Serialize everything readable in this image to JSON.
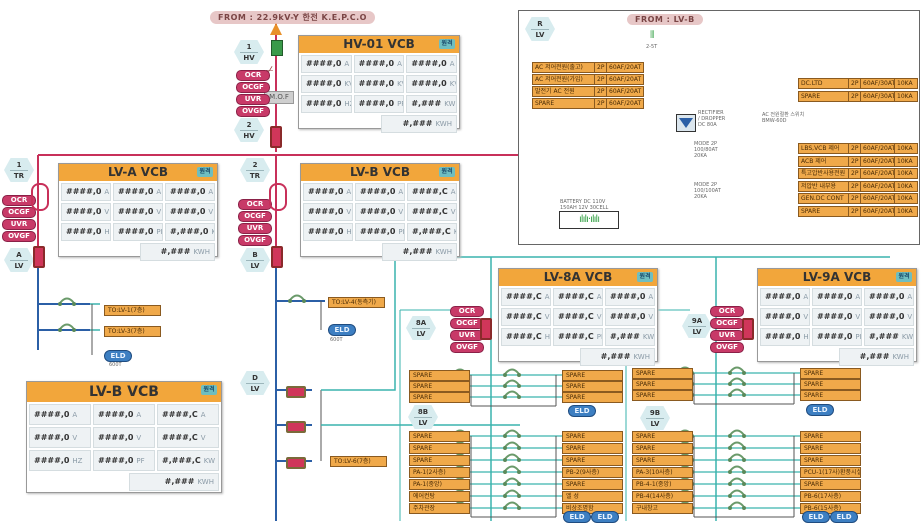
{
  "top_source": "FROM : 22.9kV-Y 한전 K.E.P.C.O",
  "hv_vcb": {
    "title": "HV-01  VCB",
    "badge": "원격",
    "rows": [
      [
        "####,0",
        "A",
        "####,0",
        "A",
        "####,0",
        "A"
      ],
      [
        "####,0",
        "KV",
        "####,0",
        "KV",
        "####,0",
        "KV"
      ],
      [
        "####,0",
        "HZ",
        "####,0",
        "PF",
        "#,###",
        "KW"
      ]
    ],
    "kwh": "#,###",
    "kwh_unit": "KWH"
  },
  "hex_labels": {
    "hv1": [
      "1",
      "HV"
    ],
    "hv2": [
      "2",
      "HV"
    ],
    "tr1": [
      "1",
      "TR"
    ],
    "tr2": [
      "2",
      "TR"
    ],
    "lvA": [
      "A",
      "LV"
    ],
    "lvB": [
      "B",
      "LV"
    ],
    "lvD": [
      "D",
      "LV"
    ],
    "lv8A": [
      "8A",
      "LV"
    ],
    "lv9A": [
      "9A",
      "LV"
    ],
    "lv8B": [
      "8B",
      "LV"
    ],
    "lv9B": [
      "9B",
      "LV"
    ],
    "lvR": [
      "R",
      "LV"
    ]
  },
  "protections": [
    "OCR",
    "OCGF",
    "UVR",
    "OVGF"
  ],
  "mof_label": "M.O.F",
  "lv_a_vcb": {
    "title": "LV-A  VCB",
    "badge": "원격",
    "rows": [
      [
        "####,0",
        "A",
        "####,0",
        "A",
        "####,0",
        "A"
      ],
      [
        "####,0",
        "V",
        "####,0",
        "V",
        "####,0",
        "V"
      ],
      [
        "####,0",
        "HZ",
        "####,0",
        "PF",
        "#,###,0",
        "KW"
      ]
    ],
    "kwh": "#,###",
    "kwh_unit": "KWH"
  },
  "lv_b_vcb_top": {
    "title": "LV-B  VCB",
    "badge": "원격",
    "rows": [
      [
        "####,0",
        "A",
        "####,0",
        "A",
        "####,C",
        "A"
      ],
      [
        "####,0",
        "V",
        "####,0",
        "V",
        "####,C",
        "V"
      ],
      [
        "####,0",
        "HZ",
        "####,0",
        "PF",
        "#,###,C",
        "KW"
      ]
    ],
    "kwh": "#,###",
    "kwh_unit": "KWH"
  },
  "lv_b_vcb_bottom": {
    "title": "LV-B  VCB",
    "badge": "원격",
    "rows": [
      [
        "####,0",
        "A",
        "####,0",
        "A",
        "####,C",
        "A"
      ],
      [
        "####,0",
        "V",
        "####,0",
        "V",
        "####,C",
        "V"
      ],
      [
        "####,0",
        "HZ",
        "####,0",
        "PF",
        "#,###,C",
        "KW"
      ]
    ],
    "kwh": "#,###",
    "kwh_unit": "KWH"
  },
  "lv_8a_vcb": {
    "title": "LV-8A  VCB",
    "badge": "원격",
    "rows": [
      [
        "####,C",
        "A",
        "####,C",
        "A",
        "####,0",
        "A"
      ],
      [
        "####,C",
        "V",
        "####,C",
        "V",
        "####,0",
        "V"
      ],
      [
        "####,C",
        "HZ",
        "####,C",
        "PF",
        "#,###",
        "KW"
      ]
    ],
    "kwh": "#,###",
    "kwh_unit": "KWH"
  },
  "lv_9a_vcb": {
    "title": "LV-9A  VCB",
    "badge": "원격",
    "rows": [
      [
        "####,0",
        "A",
        "####,0",
        "A",
        "####,0",
        "A"
      ],
      [
        "####,0",
        "V",
        "####,0",
        "V",
        "####,0",
        "V"
      ],
      [
        "####,0",
        "HZ",
        "####,0",
        "PF",
        "#,###",
        "KW"
      ]
    ],
    "kwh": "#,###",
    "kwh_unit": "KWH"
  },
  "lv_a_feeders": [
    "TO:LV-1(7층)",
    "TO:LV-3(7층)"
  ],
  "lv_a_eld": {
    "label": "ELD",
    "rating": "600T"
  },
  "lv_b_feeder": "TO:LV-4(동측기)",
  "lv_b_eld": {
    "label": "ELD",
    "rating": "600T"
  },
  "lv_d_feeder": "TO:LV-6(7층)",
  "r_panel": {
    "source": "FROM : LV-B",
    "ct_label": "2-5T",
    "left_feeders": [
      [
        "AC 저어전원(출고)",
        "2P",
        "60AF/20AT"
      ],
      [
        "AC 저어전원(가입)",
        "2P",
        "60AF/20AT"
      ],
      [
        "발전기 AC 전원",
        "2P",
        "60AF/20AT"
      ],
      [
        "SPARE",
        "2P",
        "60AF/20AT"
      ]
    ],
    "rectifier": "RECTIFIER\n/ DROPPER\nDC 80A",
    "mode1": "MODE 2P\n100/80AT\n20KA",
    "mode2": "MODE 2P\n100/100AT\n20KA",
    "battery_label": "BATTERY DC 110V\n150AH 12V 30CELL",
    "ats_label": "AC 전원절환 스위치\nBMW-60D",
    "right_feeders_top": [
      [
        "DC.LTD",
        "2P",
        "60AF/30AT",
        "10KA"
      ],
      [
        "SPARE",
        "2P",
        "60AF/30AT",
        "10KA"
      ]
    ],
    "right_feeders_bottom": [
      [
        "LBS,VCB 제어",
        "2P",
        "60AF/20AT",
        "10KA"
      ],
      [
        "ACB 제어",
        "2P",
        "60AF/20AT",
        "10KA"
      ],
      [
        "특고압반사용전원",
        "2P",
        "60AF/20AT",
        "10KA"
      ],
      [
        "저압반 내부용",
        "2P",
        "60AF/20AT",
        "10KA"
      ],
      [
        "GEN.DC CONT",
        "2P",
        "60AF/20AT",
        "10KA"
      ],
      [
        "SPARE",
        "2P",
        "60AF/20AT",
        "10KA"
      ]
    ]
  },
  "lv_8_top": {
    "left": [
      "SPARE",
      "SPARE",
      "SPARE"
    ],
    "right": [
      "SPARE",
      "SPARE",
      "SPARE"
    ],
    "eld": [
      "ELD"
    ]
  },
  "lv_8_bottom": {
    "left": [
      "SPARE",
      "SPARE",
      "SPARE",
      "PA-1(2사층)",
      "PA-1(중앙)",
      "에어컨탕",
      "주차관장"
    ],
    "right": [
      "SPARE",
      "SPARE",
      "SPARE",
      "PB-2(9사층)",
      "SPARE",
      "엘 성",
      "비상조명함"
    ],
    "eld": [
      "ELD",
      "ELD"
    ]
  },
  "lv_9_top": {
    "left": [
      "SPARE",
      "SPARE",
      "SPARE"
    ],
    "right": [
      "SPARE",
      "SPARE",
      "SPARE"
    ],
    "eld": [
      "ELD"
    ]
  },
  "lv_9_bottom": {
    "left": [
      "SPARE",
      "SPARE",
      "SPARE",
      "PA-3(10사층)",
      "PB-4-1(중앙)",
      "PB-4(14사층)",
      "구내창고"
    ],
    "right": [
      "SPARE",
      "SPARE",
      "SPARE",
      "PCU-1(17사)환풍시설",
      "SPARE",
      "PB-6(17사층)",
      "PB-6(15사층)"
    ],
    "eld": [
      "ELD",
      "ELD"
    ]
  },
  "colors": {
    "hv_line": "#c8305a",
    "lv_line": "#2b5fa6",
    "feeder_line": "#3ab3ad",
    "panel_header": "#f2a63b",
    "label_fill": "#f0a94a",
    "protection": "#c83a68",
    "eld": "#3d7fc2"
  }
}
